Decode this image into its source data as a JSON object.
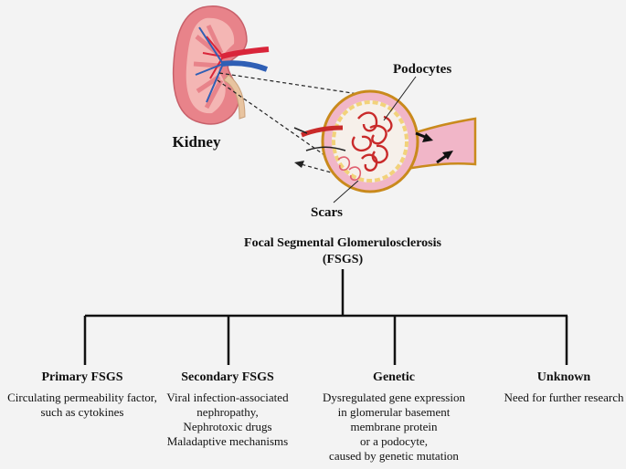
{
  "illustration": {
    "kidney_label": "Kidney",
    "podocytes_label": "Podocytes",
    "scars_label": "Scars"
  },
  "title": {
    "line1": "Focal Segmental Glomerulosclerosis",
    "line2": "(FSGS)"
  },
  "categories": [
    {
      "heading": "Primary FSGS",
      "lines": [
        "Circulating permeability factor,",
        "such as cytokines"
      ]
    },
    {
      "heading": "Secondary FSGS",
      "lines": [
        "Viral infection-associated",
        "nephropathy,",
        "Nephrotoxic drugs",
        "Maladaptive mechanisms"
      ]
    },
    {
      "heading": "Genetic",
      "lines": [
        "Dysregulated gene expression",
        "in glomerular basement",
        "membrane protein",
        "or a podocyte,",
        "caused by genetic mutation"
      ]
    },
    {
      "heading": "Unknown",
      "lines": [
        "Need for further research"
      ]
    }
  ],
  "colors": {
    "background": "#f3f3f3",
    "kidney_tissue": "#e8838a",
    "kidney_pyramid": "#f4b6b4",
    "artery": "#d9253a",
    "vein": "#2f5fb5",
    "ureter": "#e8c4a0",
    "capsule_pink": "#f1b6c8",
    "podocyte_yellow": "#f2d27a",
    "capillary_red": "#c92a2a"
  }
}
